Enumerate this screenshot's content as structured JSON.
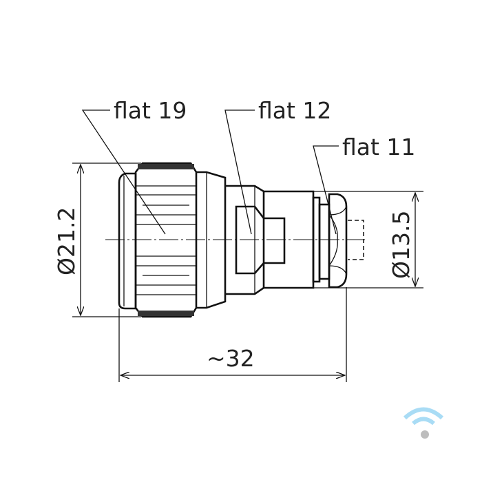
{
  "labels": {
    "flat19": "flat 19",
    "flat12": "flat 12",
    "flat11": "flat 11",
    "dia_large": "Ø21.2",
    "dia_small": "Ø13.5",
    "length": "~32"
  },
  "icons": {
    "watermark": "wifi-icon"
  },
  "colors": {
    "line": "#111111",
    "wifi": "#a9dcf5",
    "dot": "#bdbdbd"
  }
}
